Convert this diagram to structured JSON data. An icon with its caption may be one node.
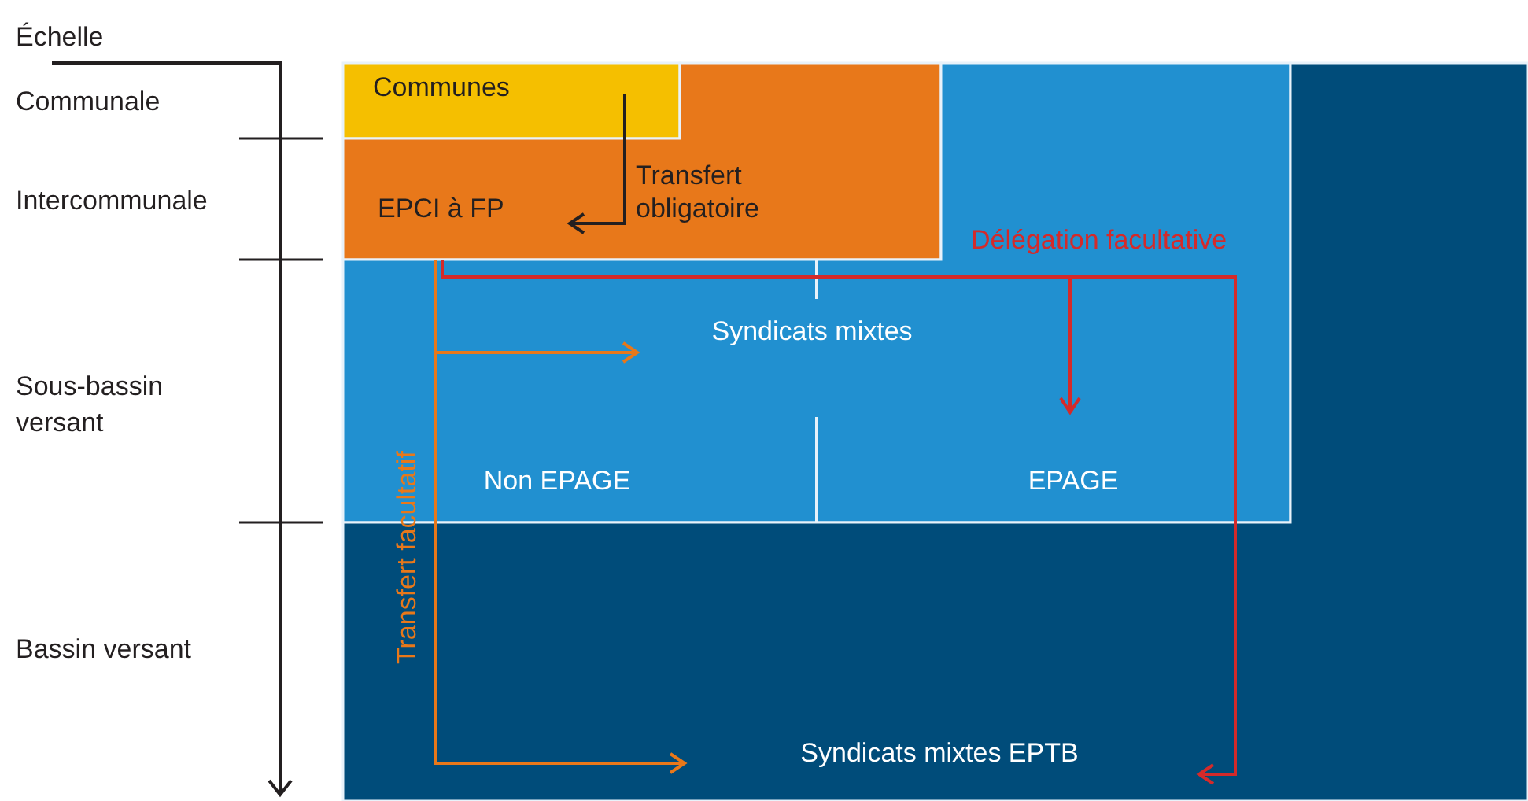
{
  "diagram": {
    "nodes": [
      {
        "text": [
          "Communes"
        ]
      },
      {
        "text": [
          "EPCI à FP"
        ]
      },
      {
        "text": [
          "Syndicats mixtes"
        ]
      },
      {
        "text": [
          "Non EPAGE"
        ],
        "in": 2
      },
      {
        "text": [
          "EPAGE"
        ],
        "in": 2
      },
      {
        "text": [
          "Syndicats mixtes EPTB"
        ]
      }
    ],
    "edges": [
      {
        "from": 0,
        "to": 1,
        "arrow": "to",
        "label": "Transfert obligatoire",
        "color": "#231f20"
      },
      {
        "from": 1,
        "to": 2,
        "arrow": "to",
        "color": "#e8781a"
      },
      {
        "from": 1,
        "to": 5,
        "arrow": "to",
        "label": "Transfert facultatif",
        "color": "#e8781a"
      },
      {
        "from": 1,
        "to": 4,
        "arrow": "to",
        "label": "Délégation facultative",
        "color": "#d42a2a"
      },
      {
        "from": 1,
        "to": 5,
        "arrow": "to",
        "color": "#d42a2a"
      }
    ],
    "labels": [
      "Échelle",
      "Communale",
      "Intercommunale",
      "Sous-bassin versant",
      "Bassin versant"
    ]
  }
}
